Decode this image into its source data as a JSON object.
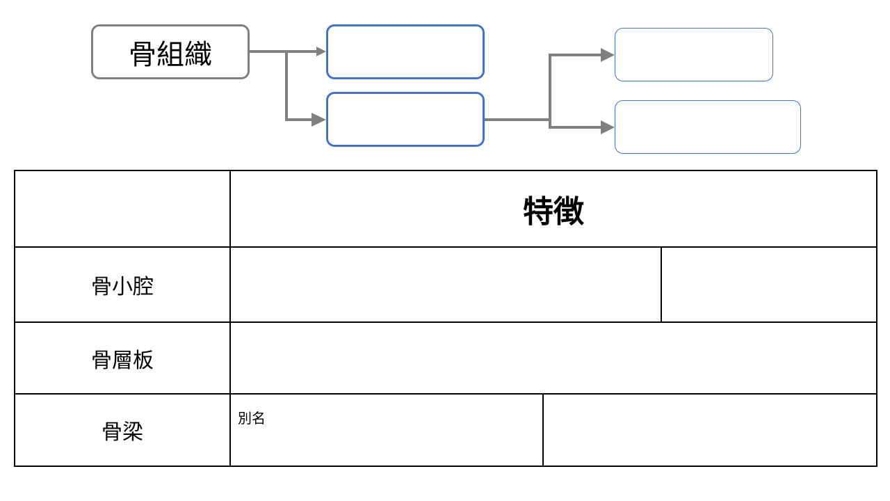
{
  "diagram": {
    "root_label": "骨組織",
    "connector_color": "#808080",
    "box_border_color": "#4472c4",
    "nodes": [
      {
        "id": "level1-top",
        "label": ""
      },
      {
        "id": "level1-bottom",
        "label": ""
      },
      {
        "id": "level2-top",
        "label": ""
      },
      {
        "id": "level2-bottom",
        "label": ""
      }
    ]
  },
  "table": {
    "header_blank": "",
    "header_title": "特徴",
    "rows": [
      {
        "label": "骨小腔",
        "cells": [
          "",
          ""
        ]
      },
      {
        "label": "骨層板",
        "cells": [
          ""
        ]
      },
      {
        "label": "骨梁",
        "alias_label": "別名",
        "cells": [
          "",
          ""
        ]
      }
    ]
  }
}
